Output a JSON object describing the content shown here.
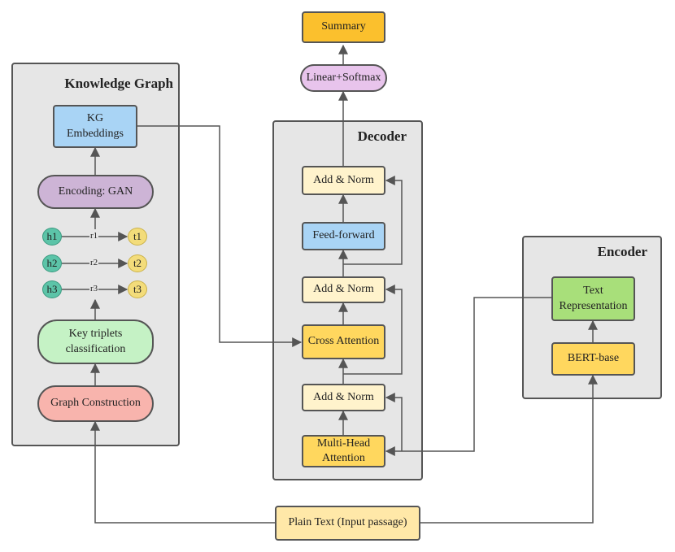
{
  "panels": {
    "knowledge_graph": "Knowledge Graph",
    "decoder": "Decoder",
    "encoder": "Encoder"
  },
  "nodes": {
    "summary": "Summary",
    "linear_softmax": "Linear+Softmax",
    "add_norm": "Add & Norm",
    "feed_forward": "Feed-forward",
    "cross_attention": "Cross Attention",
    "multi_head_attention": "Multi-Head\nAttention",
    "kg_embeddings": "KG\nEmbeddings",
    "encoding_gan": "Encoding: GAN",
    "key_triplets": "Key triplets\nclassification",
    "graph_construction": "Graph Construction",
    "text_representation": "Text\nRepresentation",
    "bert_base": "BERT-base",
    "plain_text": "Plain Text (Input passage)"
  },
  "triplets": [
    {
      "head": "h1",
      "relation": "r1",
      "tail": "t1"
    },
    {
      "head": "h2",
      "relation": "r2",
      "tail": "t2"
    },
    {
      "head": "h3",
      "relation": "r3",
      "tail": "t3"
    }
  ],
  "colors": {
    "panel_bg": "#e6e6e6",
    "summary": "#fbc02d",
    "linear_softmax": "#e8c4ec",
    "add_norm": "#fff3cc",
    "feed_forward": "#a9d4f5",
    "attention": "#ffd75e",
    "kg_embeddings": "#a9d4f5",
    "encoding_gan": "#cdb4d6",
    "key_triplets": "#c5f2c5",
    "graph_construction": "#f8b4ad",
    "text_representation": "#a8df7a",
    "plain_text": "#ffe8a8",
    "head_entity": "#5cc4a8",
    "tail_entity": "#f3dc7a"
  }
}
